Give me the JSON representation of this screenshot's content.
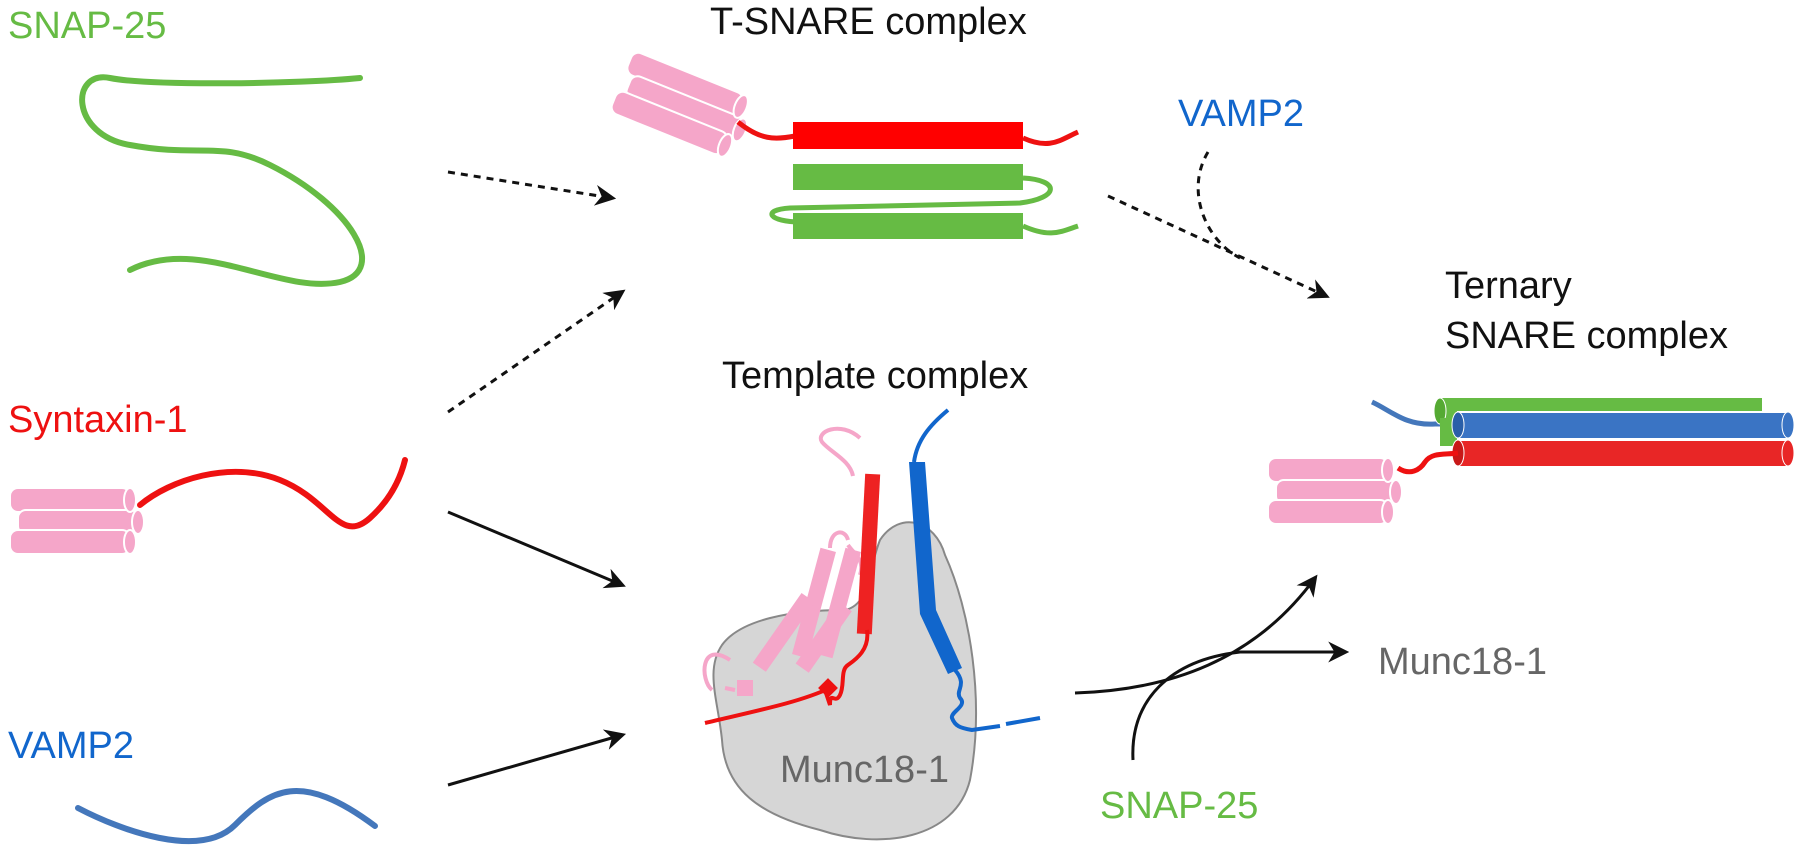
{
  "labels": {
    "snap25_left": "SNAP-25",
    "syntaxin1": "Syntaxin-1",
    "vamp2_left": "VAMP2",
    "tsnare_title": "T-SNARE complex",
    "vamp2_top": "VAMP2",
    "ternary_line1": "Ternary",
    "ternary_line2": "SNARE complex",
    "template_title": "Template complex",
    "munc18_in": "Munc18-1",
    "munc18_out": "Munc18-1",
    "snap25_bottom": "SNAP-25"
  },
  "colors": {
    "green": "#66bb44",
    "red": "#ee1111",
    "blue": "#1166cc",
    "blue_strand": "#4477bb",
    "pink": "#f5a6c9",
    "gray_fill": "#d6d6d6",
    "gray_text": "#666666",
    "black": "#111111"
  },
  "arrows": {
    "snap25_to_tsnare": "dashed",
    "syntaxin_to_tsnare": "dashed",
    "tsnare_to_ternary": "dashed",
    "vamp2_to_ternary": "dashed",
    "syntaxin_to_template": "solid",
    "vamp2_to_template": "solid",
    "template_to_ternary": "solid",
    "template_to_munc18": "solid"
  }
}
